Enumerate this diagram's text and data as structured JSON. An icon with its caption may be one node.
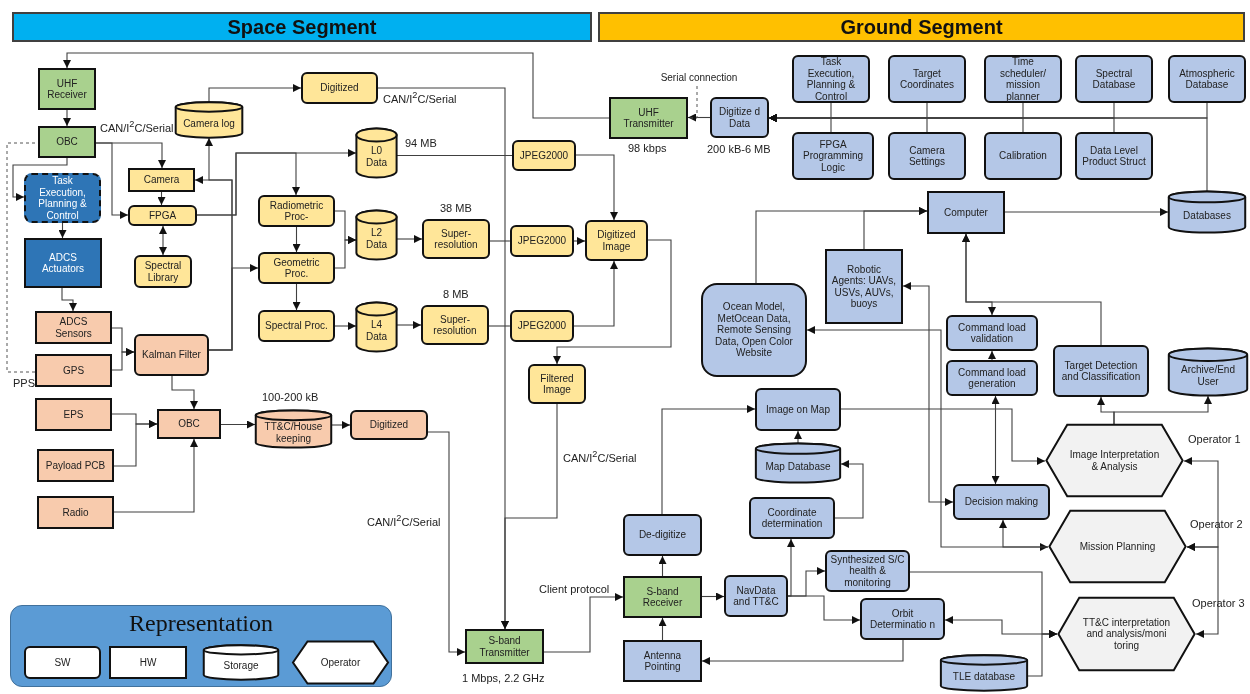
{
  "diagram": {
    "nodes": [
      {
        "text": [
          "Space Segment"
        ]
      },
      {
        "text": [
          "Ground Segment"
        ]
      },
      {
        "text": [
          "UHF Receiver"
        ]
      },
      {
        "text": [
          "OBC"
        ]
      },
      {
        "text": [
          "Task Execution, Planning & Control"
        ]
      },
      {
        "text": [
          "ADCS Actuators"
        ]
      },
      {
        "text": [
          "ADCS Sensors"
        ]
      },
      {
        "text": [
          "GPS"
        ]
      },
      {
        "text": [
          "EPS"
        ]
      },
      {
        "text": [
          "Payload PCB"
        ]
      },
      {
        "text": [
          "Radio"
        ]
      },
      {
        "text": [
          "Camera log"
        ]
      },
      {
        "text": [
          "Digitized"
        ]
      },
      {
        "text": [
          "Camera"
        ]
      },
      {
        "text": [
          "FPGA"
        ]
      },
      {
        "text": [
          "Spectral Library"
        ]
      },
      {
        "text": [
          "L0 Data"
        ]
      },
      {
        "text": [
          "Radiometric Proc-"
        ]
      },
      {
        "text": [
          "Geometric Proc."
        ]
      },
      {
        "text": [
          "Spectral Proc."
        ]
      },
      {
        "text": [
          "L2 Data"
        ]
      },
      {
        "text": [
          "L4 Data"
        ]
      },
      {
        "text": [
          "Kalman Filter"
        ]
      },
      {
        "text": [
          "OBC"
        ]
      },
      {
        "text": [
          "TT&C/House keeping"
        ],
        "beside": [
          "100-200 kB"
        ]
      },
      {
        "text": [
          "Digitized"
        ]
      },
      {
        "text": [
          "JPEG2000"
        ]
      },
      {
        "text": [
          "Super-resolution"
        ],
        "beside": [
          "38 MB"
        ]
      },
      {
        "text": [
          "JPEG2000"
        ]
      },
      {
        "text": [
          "Digitized Image"
        ]
      },
      {
        "text": [
          "Super-resolution"
        ],
        "beside": [
          "8 MB"
        ]
      },
      {
        "text": [
          "JPEG2000"
        ]
      },
      {
        "text": [
          "Filtered Image"
        ]
      },
      {
        "text": [
          "UHF Transmitter"
        ],
        "beside": [
          "98 kbps"
        ]
      },
      {
        "text": [
          "S-band Transmitter"
        ],
        "beside": [
          "1 Mbps, 2.2 GHz"
        ]
      },
      {
        "text": [
          "Digitize d Data"
        ],
        "beside": [
          "200 kB-6 MB"
        ]
      },
      {
        "text": [
          "Task Execution, Planning & Control"
        ]
      },
      {
        "text": [
          "Target Coordinates"
        ]
      },
      {
        "text": [
          "Time scheduler/ mission planner"
        ]
      },
      {
        "text": [
          "Spectral Database"
        ]
      },
      {
        "text": [
          "Atmospheric Database"
        ]
      },
      {
        "text": [
          "FPGA Programming Logic"
        ]
      },
      {
        "text": [
          "Camera Settings"
        ]
      },
      {
        "text": [
          "Calibration"
        ]
      },
      {
        "text": [
          "Data Level Product Struct"
        ]
      },
      {
        "text": [
          "Computer"
        ]
      },
      {
        "text": [
          "Databases"
        ]
      },
      {
        "text": [
          "Robotic Agents: UAVs, USVs, AUVs, buoys"
        ]
      },
      {
        "text": [
          "Ocean Model, MetOcean Data, Remote Sensing Data, Open Color Website"
        ]
      },
      {
        "text": [
          "Command load validation"
        ]
      },
      {
        "text": [
          "Command load generation"
        ]
      },
      {
        "text": [
          "Target Detection and Classification"
        ]
      },
      {
        "text": [
          "Archive/End User"
        ]
      },
      {
        "text": [
          "Image on Map"
        ]
      },
      {
        "text": [
          "Map Database"
        ]
      },
      {
        "text": [
          "Coordinate determination"
        ]
      },
      {
        "text": [
          "De-digitize"
        ]
      },
      {
        "text": [
          "Image Interpretation & Analysis"
        ],
        "beside": [
          "Operator 1"
        ]
      },
      {
        "text": [
          "Decision making"
        ]
      },
      {
        "text": [
          "Mission Planning"
        ],
        "beside": [
          "Operator 2"
        ]
      },
      {
        "text": [
          "Synthesized S/C health & monitoring"
        ]
      },
      {
        "text": [
          "NavData and TT&C"
        ]
      },
      {
        "text": [
          "S-band Receiver"
        ]
      },
      {
        "text": [
          "Orbit Determinatio n"
        ]
      },
      {
        "text": [
          "TT&C interpretation and analysis/moni toring"
        ],
        "beside": [
          "Operator 3"
        ]
      },
      {
        "text": [
          "Antenna Pointing"
        ]
      },
      {
        "text": [
          "TLE database"
        ]
      },
      {
        "text": [
          "Serial connection"
        ]
      },
      {
        "text": [
          "Representation"
        ]
      },
      {
        "text": [
          "SW"
        ],
        "in": 68
      },
      {
        "text": [
          "HW"
        ],
        "in": 68
      },
      {
        "text": [
          "Storage"
        ],
        "in": 68
      },
      {
        "text": [
          "Operator"
        ],
        "in": 68
      }
    ],
    "edges": [
      {
        "from": 33,
        "to": 2,
        "arrow": "to"
      },
      {
        "from": 2,
        "to": 3,
        "arrow": "to"
      },
      {
        "from": 3,
        "to": 4,
        "arrow": "to"
      },
      {
        "from": 3,
        "to": 13,
        "arrow": "to",
        "label": "CAN/I$^{2}$C/Serial"
      },
      {
        "from": 3,
        "to": 14,
        "arrow": "to"
      },
      {
        "from": 13,
        "to": 14,
        "arrow": "to"
      },
      {
        "from": 14,
        "to": 15,
        "arrow": "both"
      },
      {
        "from": 4,
        "to": 5,
        "arrow": "to"
      },
      {
        "from": 5,
        "to": 6,
        "arrow": "to"
      },
      {
        "from": 7,
        "to": 3,
        "arrow": "none",
        "style": "dashed",
        "label": "PPS"
      },
      {
        "from": 6,
        "to": 22,
        "arrow": "to"
      },
      {
        "from": 7,
        "to": 22,
        "arrow": "to"
      },
      {
        "from": 22,
        "to": 13,
        "arrow": "to"
      },
      {
        "from": 22,
        "to": 11,
        "arrow": "to"
      },
      {
        "from": 22,
        "to": 18,
        "arrow": "to"
      },
      {
        "from": 11,
        "to": 12,
        "arrow": "to"
      },
      {
        "from": 14,
        "to": 16,
        "arrow": "to"
      },
      {
        "from": 14,
        "to": 17,
        "arrow": "to"
      },
      {
        "from": 17,
        "to": 18,
        "arrow": "to"
      },
      {
        "from": 18,
        "to": 19,
        "arrow": "to"
      },
      {
        "from": 17,
        "to": 20,
        "arrow": "to"
      },
      {
        "from": 18,
        "to": 20,
        "arrow": "to"
      },
      {
        "from": 19,
        "to": 21,
        "arrow": "to"
      },
      {
        "from": 16,
        "to": 26,
        "arrow": "none",
        "label": "94 MB"
      },
      {
        "from": 26,
        "to": 29,
        "arrow": "to"
      },
      {
        "from": 20,
        "to": 27,
        "arrow": "to"
      },
      {
        "from": 27,
        "to": 28,
        "arrow": "none"
      },
      {
        "from": 28,
        "to": 29,
        "arrow": "to"
      },
      {
        "from": 21,
        "to": 30,
        "arrow": "to"
      },
      {
        "from": 30,
        "to": 31,
        "arrow": "none"
      },
      {
        "from": 31,
        "to": 29,
        "arrow": "to"
      },
      {
        "from": 29,
        "to": 32,
        "arrow": "to"
      },
      {
        "from": 32,
        "to": 34,
        "arrow": "to",
        "label": "CAN/I$^{2}$C/Serial"
      },
      {
        "from": 12,
        "to": 34,
        "arrow": "to",
        "label": "CAN/I$^{2}$C/Serial"
      },
      {
        "from": 22,
        "to": 23,
        "arrow": "to"
      },
      {
        "from": 8,
        "to": 23,
        "arrow": "to"
      },
      {
        "from": 9,
        "to": 23,
        "arrow": "to"
      },
      {
        "from": 10,
        "to": 23,
        "arrow": "to"
      },
      {
        "from": 23,
        "to": 24,
        "arrow": "to"
      },
      {
        "from": 24,
        "to": 25,
        "arrow": "to"
      },
      {
        "from": 25,
        "to": 34,
        "arrow": "to",
        "label": "CAN/I$^{2}$C/Serial"
      },
      {
        "from": 34,
        "to": 62,
        "arrow": "to",
        "label": "Client protocol"
      },
      {
        "from": 35,
        "to": 33,
        "arrow": "to"
      },
      {
        "from": 67,
        "to": 33,
        "arrow": "none",
        "style": "dashed"
      },
      {
        "from": 36,
        "to": 35,
        "arrow": "to"
      },
      {
        "from": 37,
        "to": 35,
        "arrow": "to"
      },
      {
        "from": 38,
        "to": 35,
        "arrow": "to"
      },
      {
        "from": 39,
        "to": 35,
        "arrow": "to"
      },
      {
        "from": 40,
        "to": 35,
        "arrow": "to"
      },
      {
        "from": 41,
        "to": 35,
        "arrow": "to"
      },
      {
        "from": 42,
        "to": 35,
        "arrow": "to"
      },
      {
        "from": 43,
        "to": 35,
        "arrow": "to"
      },
      {
        "from": 44,
        "to": 35,
        "arrow": "to"
      },
      {
        "from": 46,
        "to": 35,
        "arrow": "to"
      },
      {
        "from": 45,
        "to": 46,
        "arrow": "to"
      },
      {
        "from": 48,
        "to": 45,
        "arrow": "to"
      },
      {
        "from": 47,
        "to": 45,
        "arrow": "to"
      },
      {
        "from": 45,
        "to": 49,
        "arrow": "both"
      },
      {
        "from": 51,
        "to": 45,
        "arrow": "to"
      },
      {
        "from": 50,
        "to": 49,
        "arrow": "to"
      },
      {
        "from": 58,
        "to": 50,
        "arrow": "both"
      },
      {
        "from": 53,
        "to": 57,
        "arrow": "to"
      },
      {
        "from": 57,
        "to": 51,
        "arrow": "to"
      },
      {
        "from": 57,
        "to": 52,
        "arrow": "to"
      },
      {
        "from": 47,
        "to": 58,
        "arrow": "both"
      },
      {
        "from": 48,
        "to": 59,
        "arrow": "both"
      },
      {
        "from": 59,
        "to": 58,
        "arrow": "to"
      },
      {
        "from": 57,
        "to": 59,
        "arrow": "both"
      },
      {
        "from": 59,
        "to": 64,
        "arrow": "both"
      },
      {
        "from": 62,
        "to": 56,
        "arrow": "to"
      },
      {
        "from": 56,
        "to": 53,
        "arrow": "to"
      },
      {
        "from": 54,
        "to": 53,
        "arrow": "to"
      },
      {
        "from": 55,
        "to": 54,
        "arrow": "to"
      },
      {
        "from": 61,
        "to": 55,
        "arrow": "to"
      },
      {
        "from": 62,
        "to": 61,
        "arrow": "to"
      },
      {
        "from": 61,
        "to": 60,
        "arrow": "to"
      },
      {
        "from": 61,
        "to": 63,
        "arrow": "to"
      },
      {
        "from": 65,
        "to": 62,
        "arrow": "to"
      },
      {
        "from": 63,
        "to": 65,
        "arrow": "to"
      },
      {
        "from": 60,
        "to": 64,
        "arrow": "to"
      },
      {
        "from": 63,
        "to": 64,
        "arrow": "both"
      },
      {
        "from": 66,
        "to": 64,
        "arrow": "to"
      }
    ]
  }
}
